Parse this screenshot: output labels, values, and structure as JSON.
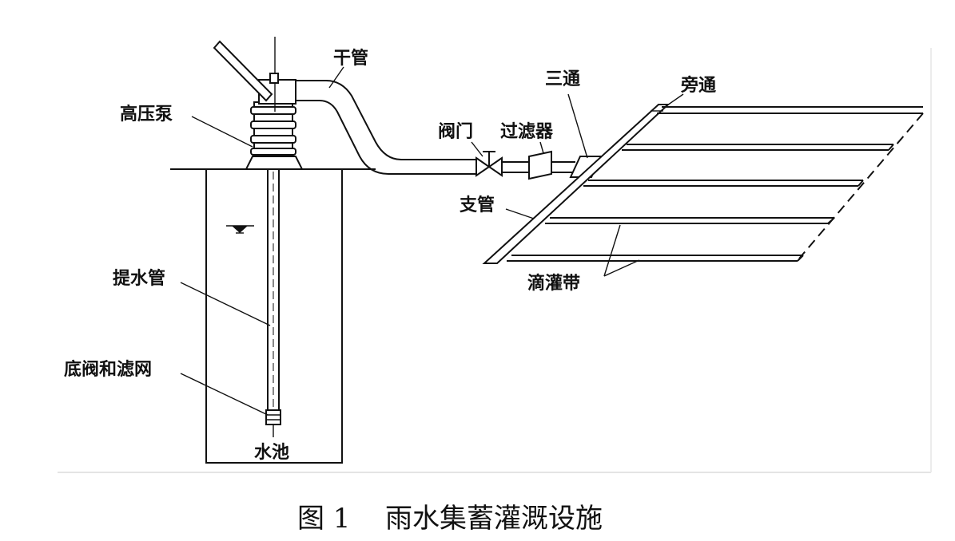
{
  "diagram": {
    "labels": {
      "pump": "高压泵",
      "main_pipe": "干管",
      "tee": "三通",
      "bypass": "旁通",
      "valve": "阀门",
      "filter": "过滤器",
      "branch_pipe": "支管",
      "lift_pipe": "提水管",
      "drip_tape": "滴灌带",
      "foot_valve": "底阀和滤网",
      "pool": "水池"
    },
    "caption": {
      "number": "图 1",
      "title": "雨水集蓄灌溉设施"
    }
  }
}
